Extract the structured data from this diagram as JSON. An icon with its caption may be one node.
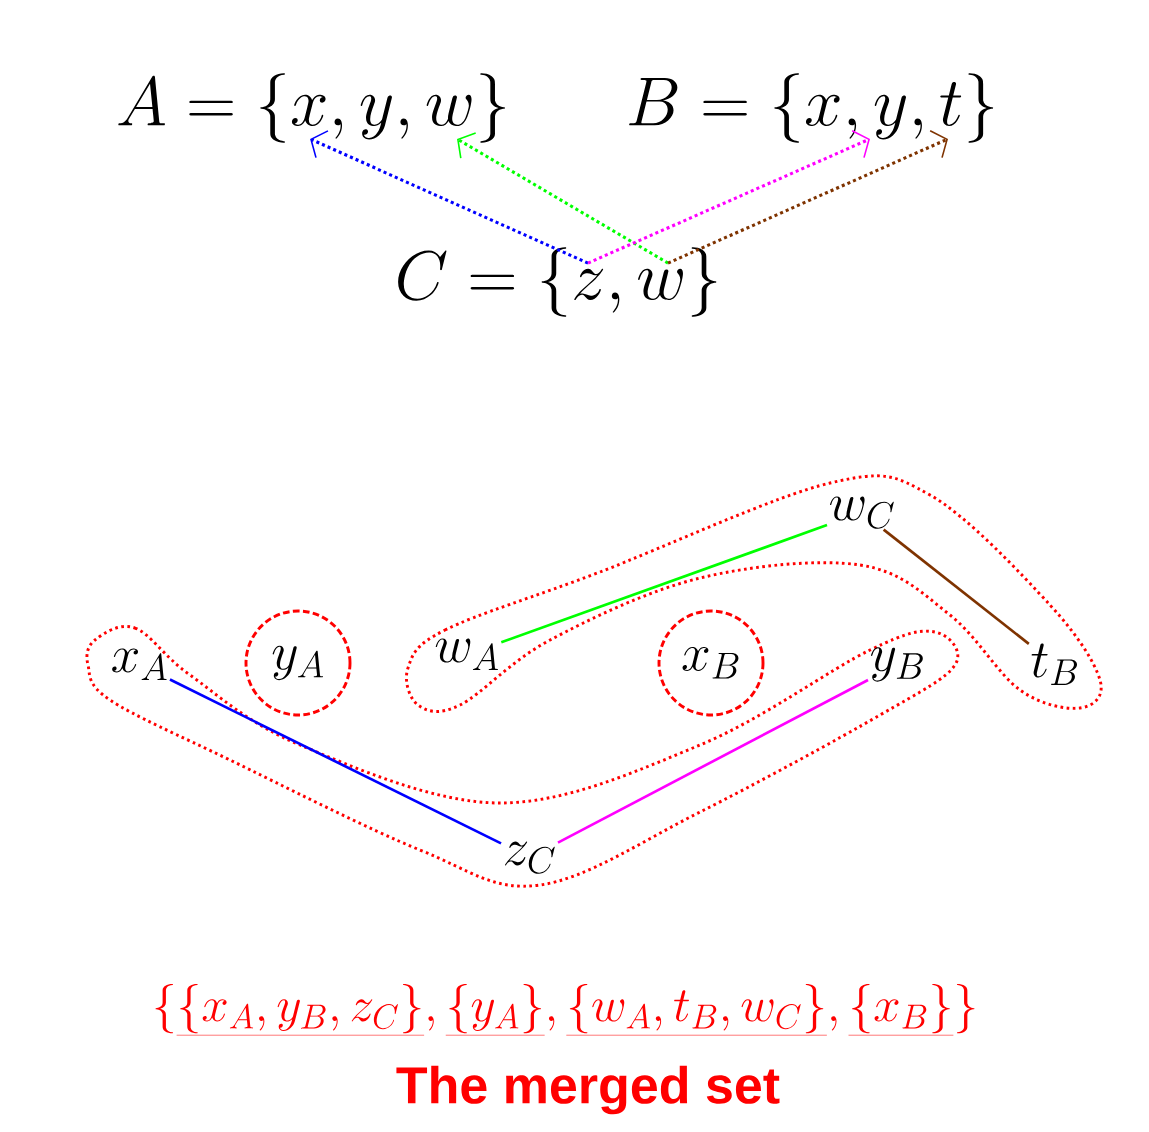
{
  "diagram": {
    "caption": "The merged set",
    "nodes": [
      {
        "text": [
          "A=\\{x,y,w\\}"
        ]
      },
      {
        "text": [
          "B=\\{x,y,t\\}"
        ]
      },
      {
        "text": [
          "C=\\{z,w\\}"
        ]
      },
      {
        "text": [],
        "shape": "blob"
      },
      {
        "text": [
          "x_A"
        ],
        "in": 3
      },
      {
        "text": [
          "y_A"
        ]
      },
      {
        "text": [],
        "shape": "blob"
      },
      {
        "text": [
          "w_A"
        ],
        "in": 6
      },
      {
        "text": [
          "w_C"
        ],
        "in": 6
      },
      {
        "text": [
          "x_B"
        ]
      },
      {
        "text": [
          "y_B"
        ],
        "in": 3
      },
      {
        "text": [
          "t_B"
        ],
        "in": 6
      },
      {
        "text": [
          "z_C"
        ],
        "in": 3
      }
    ],
    "edges": [
      {
        "from": 2,
        "to": 0,
        "arrow": "to",
        "style": "dashed",
        "color": "#0000ff"
      },
      {
        "from": 2,
        "to": 0,
        "arrow": "to",
        "style": "dashed",
        "color": "#00ff00"
      },
      {
        "from": 2,
        "to": 1,
        "arrow": "to",
        "style": "dashed",
        "color": "#ff00ff"
      },
      {
        "from": 2,
        "to": 1,
        "arrow": "to",
        "style": "dashed",
        "color": "#7f3300"
      },
      {
        "from": 4,
        "to": 12,
        "arrow": "none",
        "color": "#0000ff"
      },
      {
        "from": 7,
        "to": 8,
        "arrow": "none",
        "color": "#00ff00"
      },
      {
        "from": 12,
        "to": 10,
        "arrow": "none",
        "color": "#ff00ff"
      },
      {
        "from": 8,
        "to": 11,
        "arrow": "none",
        "color": "#7f3300"
      }
    ],
    "labels": [
      "\\Big\\{\\underline{\\{x_A, y_B, z_C\\}}, \\underline{\\{y_A\\}}, \\underline{\\{w_A, t_B, w_C\\}}, \\underline{\\{x_B\\}}\\Big\\}"
    ]
  }
}
